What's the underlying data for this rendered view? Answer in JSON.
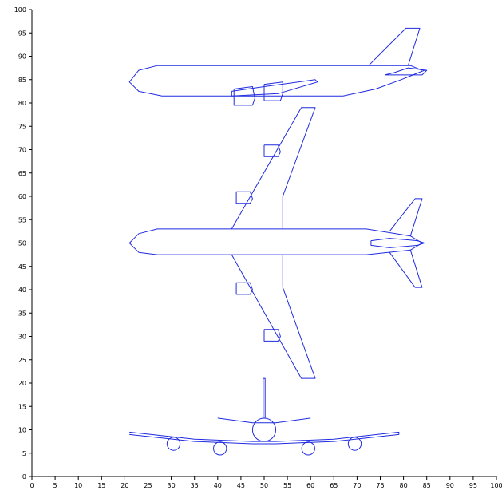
{
  "chart_data": {
    "type": "line",
    "title": "",
    "xlabel": "",
    "ylabel": "",
    "xlim": [
      0,
      100
    ],
    "ylim": [
      0,
      100
    ],
    "grid": false,
    "legend": "none",
    "line_color": "#1f2be0",
    "x_ticks": [
      "0",
      "5",
      "10",
      "15",
      "20",
      "25",
      "30",
      "35",
      "40",
      "45",
      "50",
      "55",
      "60",
      "65",
      "70",
      "75",
      "80",
      "85",
      "90",
      "95",
      "100"
    ],
    "y_ticks": [
      "0",
      "5",
      "10",
      "15",
      "20",
      "25",
      "30",
      "35",
      "40",
      "45",
      "50",
      "55",
      "60",
      "65",
      "70",
      "75",
      "80",
      "85",
      "90",
      "95",
      "100"
    ],
    "series": [
      {
        "view": "side",
        "parts": {
          "fuselage": [
            [
              84,
              87
            ],
            [
              81.5,
              88
            ],
            [
              72,
              88
            ],
            [
              45,
              88
            ],
            [
              27,
              88
            ],
            [
              23,
              87
            ],
            [
              21,
              84.5
            ],
            [
              23,
              82.5
            ],
            [
              28,
              81.5
            ],
            [
              45,
              81.5
            ],
            [
              67,
              81.5
            ],
            [
              74,
              83
            ],
            [
              79.5,
              85
            ],
            [
              84.5,
              87
            ]
          ],
          "tail_fin": [
            [
              72.5,
              88
            ],
            [
              80.5,
              96
            ],
            [
              83.5,
              96
            ],
            [
              81,
              88
            ]
          ],
          "tail_plane": [
            [
              76,
              86
            ],
            [
              84,
              86
            ],
            [
              85,
              87
            ],
            [
              81,
              87.5
            ],
            [
              78,
              86.5
            ],
            [
              76,
              86
            ]
          ],
          "wing": [
            [
              43,
              82.5
            ],
            [
              50,
              83.5
            ],
            [
              61,
              85
            ],
            [
              61.5,
              84.5
            ],
            [
              53,
              82
            ],
            [
              43,
              81.5
            ],
            [
              43,
              82.5
            ]
          ],
          "engine_1": [
            [
              43.5,
              83
            ],
            [
              47.5,
              83.5
            ],
            [
              48,
              81
            ],
            [
              47.5,
              79.5
            ],
            [
              43.5,
              79.5
            ],
            [
              43.5,
              83
            ]
          ],
          "engine_2": [
            [
              50,
              84
            ],
            [
              54,
              84.5
            ],
            [
              54,
              82
            ],
            [
              53.5,
              80.5
            ],
            [
              50,
              80.5
            ],
            [
              50,
              84
            ]
          ]
        }
      },
      {
        "view": "top",
        "parts": {
          "fuselage": [
            [
              84,
              50
            ],
            [
              81.5,
              51.5
            ],
            [
              72,
              53
            ],
            [
              45,
              53
            ],
            [
              27,
              53
            ],
            [
              23,
              52
            ],
            [
              21,
              50
            ],
            [
              23,
              48
            ],
            [
              27,
              47.5
            ],
            [
              45,
              47.5
            ],
            [
              72,
              47.5
            ],
            [
              81.5,
              48.5
            ],
            [
              84,
              50
            ]
          ],
          "wing_upper": [
            [
              43,
              53
            ],
            [
              58,
              79
            ],
            [
              61,
              79
            ],
            [
              54,
              60
            ],
            [
              54,
              53
            ]
          ],
          "wing_lower": [
            [
              43,
              47.5
            ],
            [
              58,
              21
            ],
            [
              61,
              21
            ],
            [
              54,
              40.5
            ],
            [
              54,
              47.5
            ]
          ],
          "h_stab_upper": [
            [
              77,
              52.5
            ],
            [
              82.5,
              59.5
            ],
            [
              84,
              59.5
            ],
            [
              81.5,
              51.5
            ]
          ],
          "h_stab_lower": [
            [
              77,
              48
            ],
            [
              82.5,
              40.5
            ],
            [
              84,
              40.5
            ],
            [
              81.5,
              48.5
            ]
          ],
          "tail_cone": [
            [
              73,
              50.5
            ],
            [
              77,
              51
            ],
            [
              83,
              50.5
            ],
            [
              84.5,
              50
            ],
            [
              83,
              49.5
            ],
            [
              77,
              49
            ],
            [
              73,
              49.5
            ],
            [
              73,
              50.5
            ]
          ],
          "engine_1": [
            [
              50,
              71
            ],
            [
              53,
              71
            ],
            [
              53.5,
              69.5
            ],
            [
              53,
              68.5
            ],
            [
              50,
              68.5
            ],
            [
              50,
              71
            ]
          ],
          "engine_2": [
            [
              44,
              61
            ],
            [
              47,
              61
            ],
            [
              47.5,
              59.5
            ],
            [
              47,
              58.5
            ],
            [
              44,
              58.5
            ],
            [
              44,
              61
            ]
          ],
          "engine_3": [
            [
              44,
              41.5
            ],
            [
              47,
              41.5
            ],
            [
              47.5,
              40
            ],
            [
              47,
              39
            ],
            [
              44,
              39
            ],
            [
              44,
              41.5
            ]
          ],
          "engine_4": [
            [
              50,
              31.5
            ],
            [
              53,
              31.5
            ],
            [
              53.5,
              30
            ],
            [
              53,
              29
            ],
            [
              50,
              29
            ],
            [
              50,
              31.5
            ]
          ]
        }
      },
      {
        "view": "front",
        "parts": {
          "fuselage": {
            "cx": 50,
            "cy": 10,
            "r": 2.5
          },
          "tail_fin": [
            [
              49.8,
              12.5
            ],
            [
              49.8,
              21
            ],
            [
              50.2,
              21
            ],
            [
              50.2,
              12.5
            ]
          ],
          "h_stab": [
            [
              40,
              12.5
            ],
            [
              47.5,
              11.5
            ],
            [
              52.5,
              11.5
            ],
            [
              60,
              12.5
            ]
          ],
          "wing": [
            [
              21,
              9.5
            ],
            [
              35,
              8
            ],
            [
              47.5,
              7.5
            ],
            [
              52.5,
              7.5
            ],
            [
              65,
              8
            ],
            [
              79,
              9.5
            ],
            [
              79,
              9
            ],
            [
              65,
              7.5
            ],
            [
              52.5,
              7
            ],
            [
              47.5,
              7
            ],
            [
              35,
              7.5
            ],
            [
              21,
              9
            ]
          ],
          "engine_1": {
            "cx": 30.5,
            "cy": 7,
            "r": 1.4
          },
          "engine_2": {
            "cx": 40.5,
            "cy": 6,
            "r": 1.4
          },
          "engine_3": {
            "cx": 59.5,
            "cy": 6,
            "r": 1.4
          },
          "engine_4": {
            "cx": 69.5,
            "cy": 7,
            "r": 1.4
          }
        }
      }
    ]
  }
}
